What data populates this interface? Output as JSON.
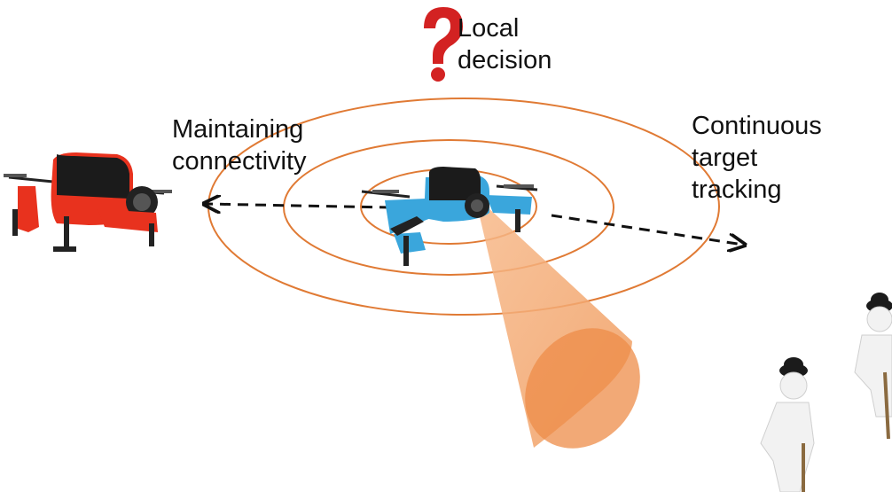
{
  "diagram": {
    "labels": {
      "local_decision": [
        "Local",
        "decision"
      ],
      "maintaining_connectivity": [
        "Maintaining",
        "connectivity"
      ],
      "continuous_target_tracking": [
        "Continuous",
        "target",
        "tracking"
      ]
    },
    "colors": {
      "range_rings": "#e07a34",
      "camera_cone": "#f0a06a",
      "relay_drone": "#e8321e",
      "main_drone": "#3aa6dc",
      "question_mark": "#d32222",
      "arrows": "#111111"
    },
    "icons": [
      "question-mark-icon",
      "relay-drone-icon",
      "tracking-drone-icon",
      "camera-cone-icon",
      "person-icon"
    ]
  }
}
